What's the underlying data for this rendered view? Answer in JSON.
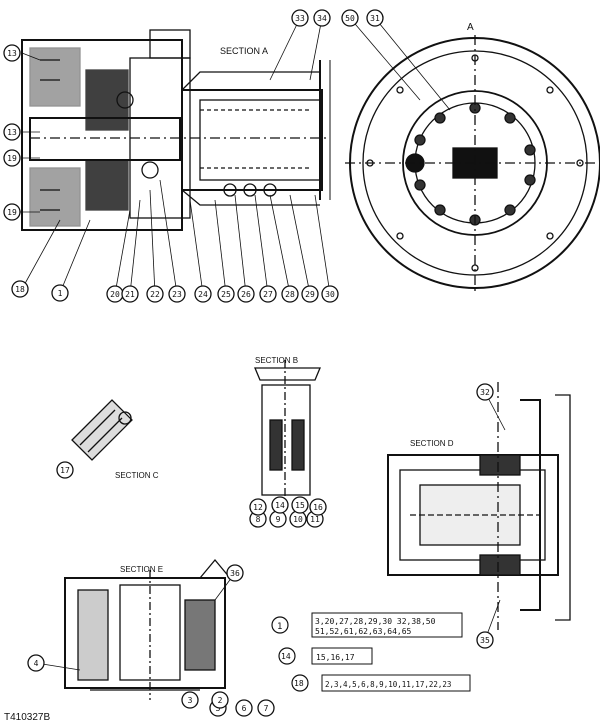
{
  "labels": {
    "section_a": "SECTION A",
    "section_b": "SECTION B",
    "section_c": "SECTION C",
    "section_d": "SECTION D",
    "section_e": "SECTION E",
    "view_a": "A",
    "figure_id": "T410327B"
  },
  "callouts": [
    "13",
    "13",
    "19",
    "19",
    "18",
    "1",
    "20",
    "21",
    "22",
    "23",
    "24",
    "25",
    "26",
    "27",
    "28",
    "29",
    "30",
    "33",
    "34",
    "50",
    "31",
    "32",
    "35",
    "36",
    "4",
    "5",
    "6",
    "7",
    "8",
    "9",
    "10",
    "11",
    "12",
    "14",
    "15",
    "16",
    "17",
    "2",
    "3"
  ],
  "legend": {
    "row1_num": "1",
    "row1_line1": "3,20,27,28,29,30 32,38,50",
    "row1_line2": "51,52,61,62,63,64,65",
    "row2_num": "14",
    "row2_text": "15,16,17",
    "row3_num": "18",
    "row3_text": "2,3,4,5,6,8,9,10,11,17,22,23"
  }
}
